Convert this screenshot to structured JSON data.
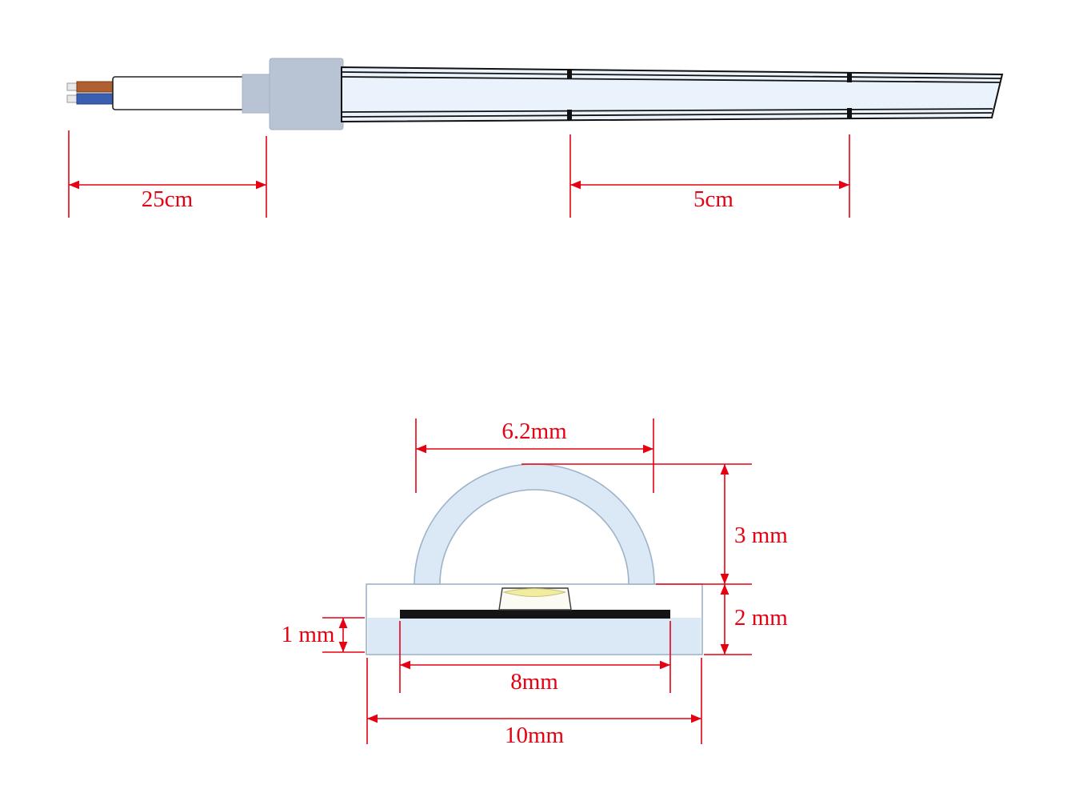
{
  "diagram_title": "LED neon flex strip dimension drawing",
  "strip_view": {
    "labels": {
      "cable_length": "25cm",
      "cut_interval": "5cm"
    },
    "features": {
      "wire_count": 2,
      "cut_marks": 2
    }
  },
  "cross_section": {
    "labels": {
      "dome_width": "6.2mm",
      "dome_height": "3 mm",
      "base_height": "2 mm",
      "bottom_thickness": "1 mm",
      "pcb_width": "8mm",
      "total_width": "10mm"
    }
  },
  "colors": {
    "dimension_red": "#e60012",
    "strip_fill": "#eaf3fb",
    "dome_fill": "#dbe8f5",
    "base_band_fill": "#dbe8f5",
    "connector_gray": "#b8c4d4",
    "wire_brown": "#b06030",
    "wire_blue": "#3a5fb0",
    "pcb_black": "#151515",
    "phosphor_yellow": "#f1eda0",
    "outline_black": "#111111",
    "outline_soft": "#9db3c7"
  }
}
